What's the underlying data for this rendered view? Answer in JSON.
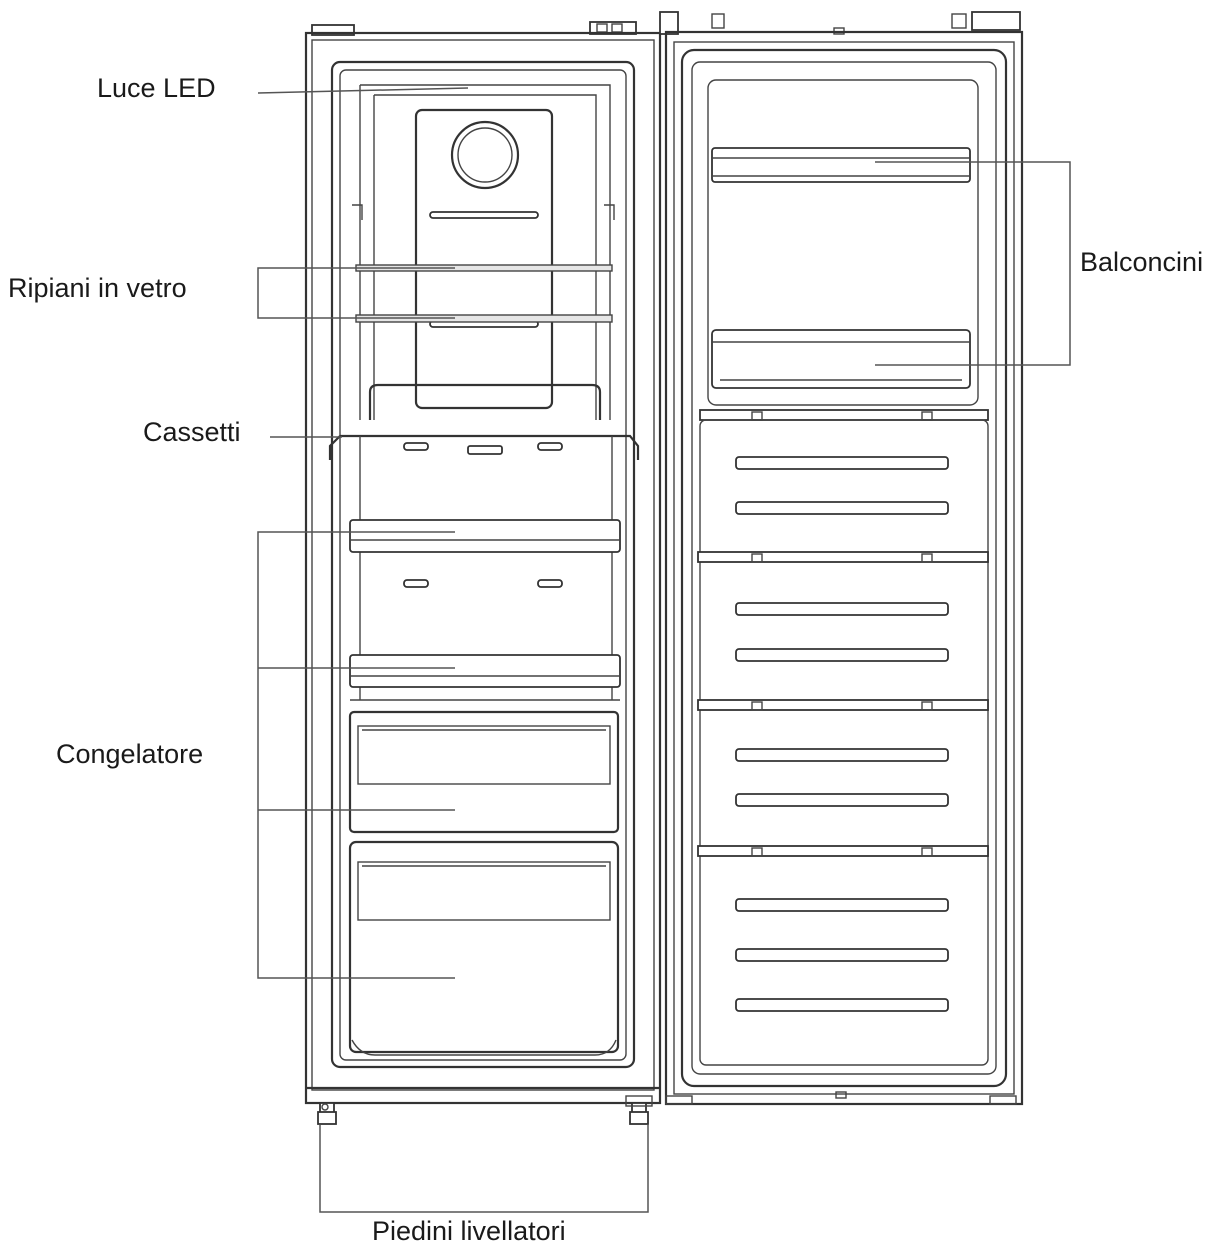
{
  "labels": {
    "led_light": "Luce LED",
    "glass_shelves": "Ripiani in vetro",
    "drawers": "Cassetti",
    "freezer": "Congelatore",
    "door_balconies": "Balconcini",
    "leveling_feet": "Piedini livellatori"
  }
}
